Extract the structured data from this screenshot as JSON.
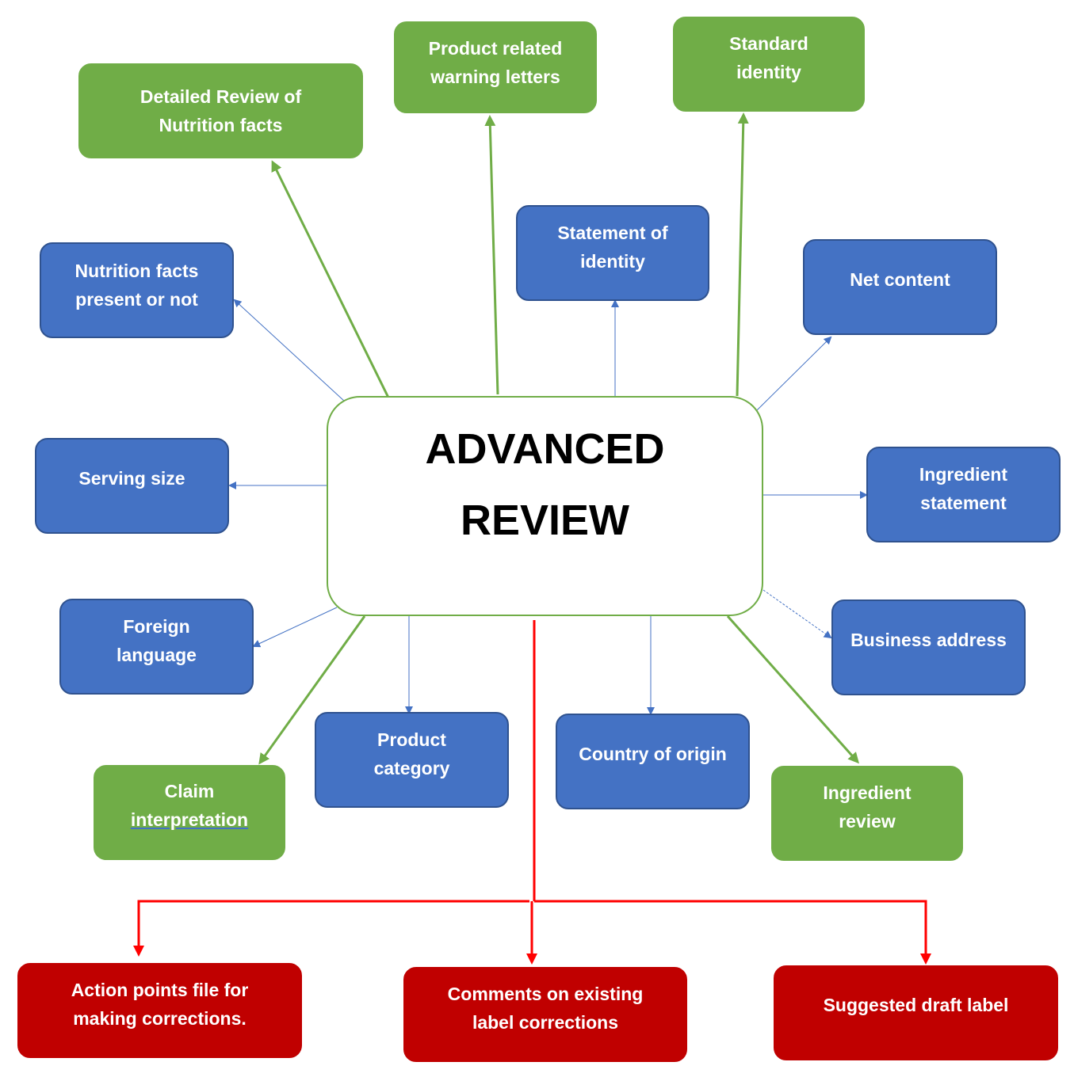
{
  "center": {
    "label": "ADVANCED\nREVIEW"
  },
  "nodes": {
    "detailed_review": "Detailed Review of\nNutrition facts",
    "warning_letters": "Product related\nwarning letters",
    "standard_identity": "Standard\nidentity",
    "statement_identity": "Statement of\nidentity",
    "nutrition_present": "Nutrition facts\npresent or not",
    "net_content": "Net content",
    "serving_size": "Serving size",
    "ingredient_statement": "Ingredient\nstatement",
    "foreign_language": "Foreign\nlanguage",
    "business_address": "Business address",
    "product_category": "Product\ncategory",
    "country_origin": "Country of origin",
    "claim_line1": "Claim",
    "claim_line2": "interpretation",
    "ingredient_review": "Ingredient\nreview",
    "action_points": "Action points file for\nmaking corrections.",
    "comments": "Comments on existing\nlabel corrections",
    "draft_label": "Suggested draft label"
  },
  "colors": {
    "blue": "#4472c4",
    "green": "#70ad47",
    "red": "#c00000"
  }
}
